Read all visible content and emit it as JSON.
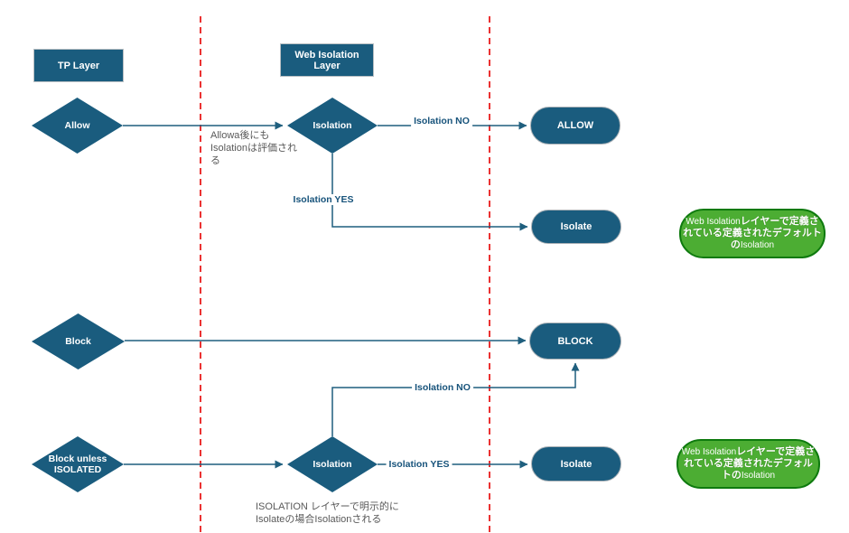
{
  "diagram": {
    "lanes": {
      "tp_header": "TP Layer",
      "web_isolation_header": "Web Isolation Layer"
    },
    "nodes": {
      "allow_decision": "Allow",
      "isolation_top_decision": "Isolation",
      "block_decision": "Block",
      "block_unless_decision": "Block unless ISOLATED",
      "isolation_bottom_decision": "Isolation",
      "allow_result": "ALLOW",
      "isolate_top_result": "Isolate",
      "block_result": "BLOCK",
      "isolate_bottom_result": "Isolate"
    },
    "edge_labels": {
      "top_isolation_no": "Isolation NO",
      "top_isolation_yes": "Isolation YES",
      "bottom_isolation_no": "Isolation NO",
      "bottom_isolation_yes": "Isolation YES"
    },
    "notes": {
      "allow_note": "Allowa後にも\nIsolationは評価され\nる",
      "isolation_note": "ISOLATION レイヤーで明示的に\nIsolateの場合Isolationされる"
    },
    "callouts": {
      "prefix": "Web Isolation",
      "jp": "レイヤーで定義されている定義されたデフォルトの",
      "suffix": "Isolation"
    },
    "colors": {
      "shape_fill": "#1A5C7E",
      "line": "#1F5F7E",
      "edge_label_text": "#17537B",
      "lane_divider": "#E60000",
      "callout_fill": "#4CAD33",
      "callout_border": "#0E7A0E",
      "note_text": "#595959"
    }
  }
}
